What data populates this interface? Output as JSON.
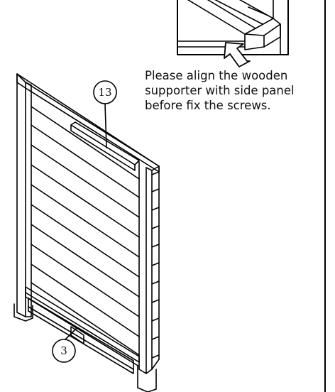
{
  "instruction": {
    "lines": [
      "Please align the wooden",
      "supporter with side panel",
      "before fix the screws."
    ]
  },
  "callouts": {
    "part_13": "13",
    "part_3": "3"
  },
  "colors": {
    "line": "#000000",
    "background": "#ffffff"
  }
}
